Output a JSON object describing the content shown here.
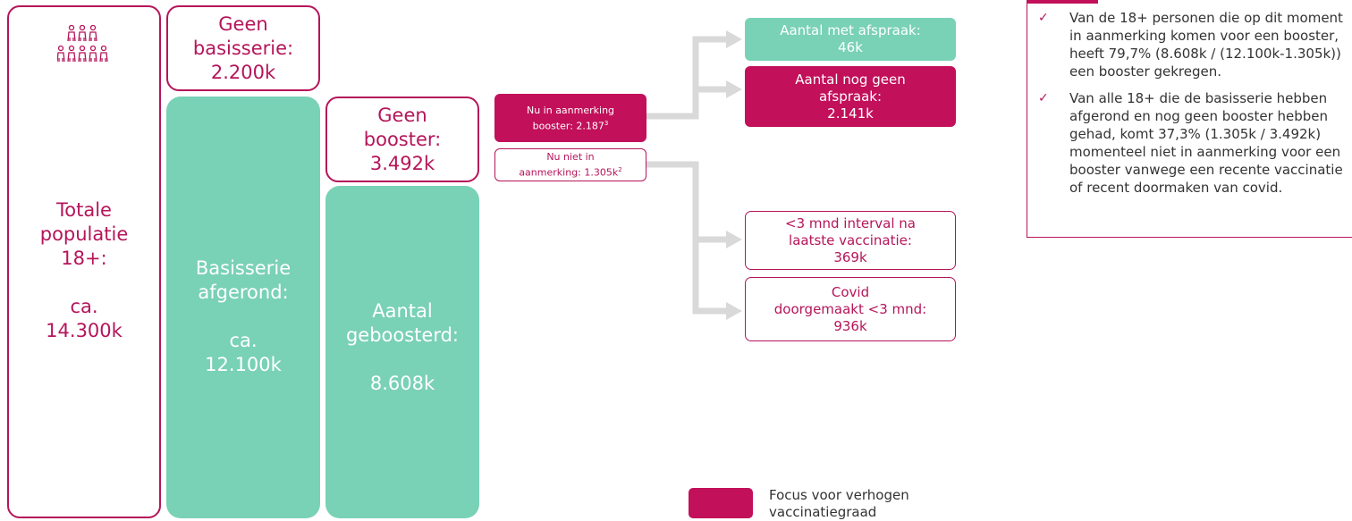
{
  "population": {
    "lines": [
      "Totale",
      "populatie",
      "18+:",
      "",
      "ca.",
      "14.300k"
    ],
    "icon": "people-group-icon"
  },
  "geen_basisserie": {
    "lines": [
      "Geen",
      "basisserie:",
      "2.200k"
    ]
  },
  "basisserie": {
    "lines": [
      "Basisserie",
      "afgerond:",
      "",
      "ca.",
      "12.100k"
    ]
  },
  "geen_booster": {
    "lines": [
      "Geen",
      "booster:",
      "3.492k"
    ]
  },
  "geboosterd": {
    "lines": [
      "Aantal",
      "geboosterd:",
      "",
      "8.608k"
    ]
  },
  "in_aanmerking": {
    "lines": [
      "Nu in aanmerking",
      "booster: 2.187"
    ],
    "sup": "3"
  },
  "niet_in_aanmerking": {
    "lines": [
      "Nu niet in",
      "aanmerking: 1.305k"
    ],
    "sup": "2"
  },
  "met_afspraak": {
    "lines": [
      "Aantal met afspraak:",
      "46k"
    ]
  },
  "nog_geen_afspraak": {
    "lines": [
      "Aantal nog geen",
      "afspraak:",
      "2.141k"
    ]
  },
  "interval": {
    "lines": [
      "<3 mnd interval na",
      "laatste vaccinatie:",
      "369k"
    ]
  },
  "covid": {
    "lines": [
      "Covid",
      "doorgemaakt <3 mnd:",
      "936k"
    ]
  },
  "notes": [
    "Van de 18+ personen die op dit moment in aanmerking komen voor een booster, heeft 79,7% (8.608k / (12.100k-1.305k)) een booster gekregen.",
    "Van alle 18+ die de basisserie hebben afgerond en nog geen booster hebben gehad, komt 37,3% (1.305k / 3.492k) momenteel niet in aanmerking voor een booster vanwege een recente vaccinatie of recent doormaken van covid."
  ],
  "legend": {
    "label": "Focus voor verhogen vaccinatiegraad",
    "color": "#c2105a"
  },
  "colors": {
    "magenta": "#c2105a",
    "teal": "#79d1b6",
    "arrow": "#d9d9d9"
  }
}
